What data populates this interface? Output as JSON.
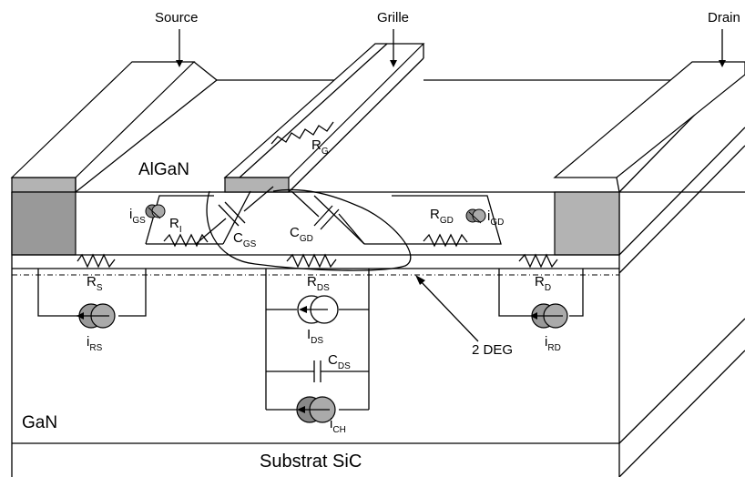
{
  "terminals": {
    "source": "Source",
    "gate": "Grille",
    "drain": "Drain"
  },
  "layers": {
    "barrier": "AlGaN",
    "buffer": "GaN",
    "substrate": "Substrat SiC"
  },
  "elements": {
    "rg": {
      "main": "R",
      "sub": "G"
    },
    "ri": {
      "main": "R",
      "sub": "I"
    },
    "rgd": {
      "main": "R",
      "sub": "GD"
    },
    "rds": {
      "main": "R",
      "sub": "DS"
    },
    "rs": {
      "main": "R",
      "sub": "S"
    },
    "rd": {
      "main": "R",
      "sub": "D"
    },
    "cgs": {
      "main": "C",
      "sub": "GS"
    },
    "cgd": {
      "main": "C",
      "sub": "GD"
    },
    "cds": {
      "main": "C",
      "sub": "DS"
    },
    "igs": {
      "main": "i",
      "sub": "GS"
    },
    "igd": {
      "main": "i",
      "sub": "GD"
    },
    "irs": {
      "main": "i",
      "sub": "RS"
    },
    "ird": {
      "main": "i",
      "sub": "RD"
    },
    "ids": {
      "main": "I",
      "sub": "DS"
    },
    "ich": {
      "main": "i",
      "sub": "CH"
    }
  },
  "channel_label": "2 DEG",
  "colors": {
    "contact_fill": "#b3b3b3",
    "source_fill": "#999999",
    "line": "#000000",
    "background": "#ffffff"
  }
}
